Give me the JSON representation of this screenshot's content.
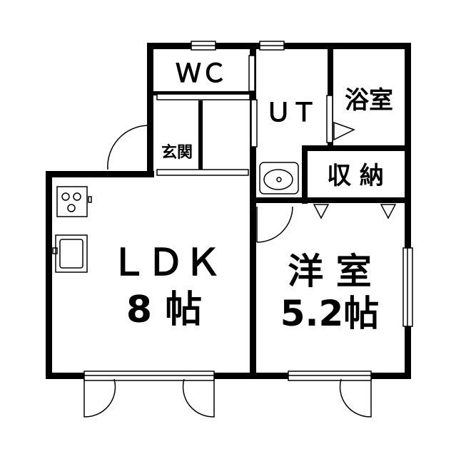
{
  "plan": {
    "rooms": {
      "wc": "ＷＣ",
      "ut": "ＵＴ",
      "bath": "浴室",
      "entrance": "玄関",
      "storage": "収 納",
      "ldk_name": "ＬＤＫ",
      "ldk_size": "8 帖",
      "western_name": "洋 室",
      "western_size": "5.2帖"
    },
    "colors": {
      "wall": "#000000",
      "background": "#ffffff"
    }
  }
}
